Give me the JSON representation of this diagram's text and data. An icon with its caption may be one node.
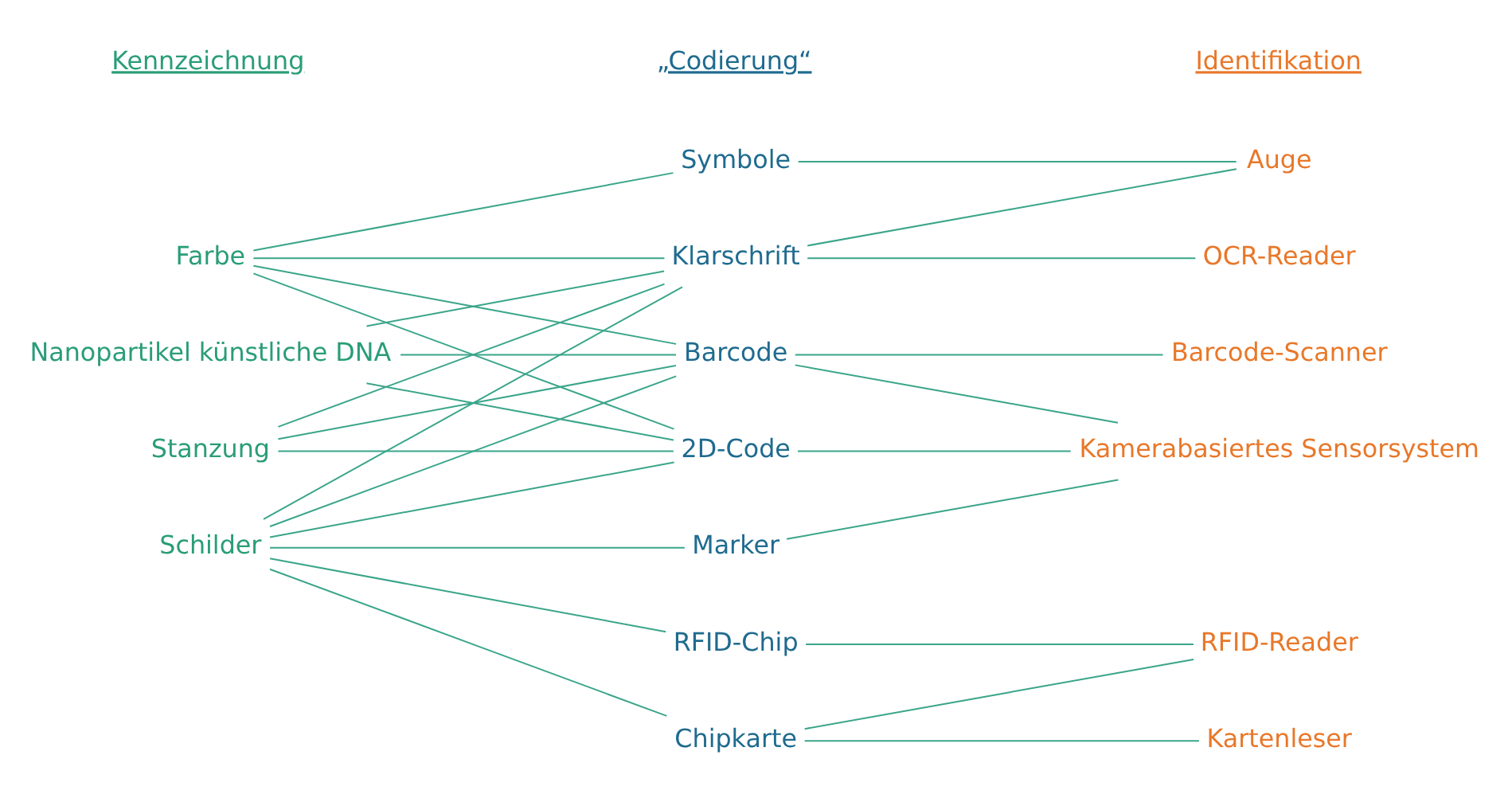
{
  "diagram": {
    "nodes": [
      {
        "text": [
          "Farbe"
        ]
      },
      {
        "text": [
          "Stanzung"
        ]
      },
      {
        "text": [
          "Schilder"
        ]
      },
      {
        "text": [
          "Nanopartikel künstliche DNA"
        ]
      },
      {
        "text": [
          "Symbole"
        ]
      },
      {
        "text": [
          "Chipkarte"
        ]
      },
      {
        "text": [
          "Barcode"
        ]
      },
      {
        "text": [
          "2D-Code"
        ]
      },
      {
        "text": [
          "RFID-Chip"
        ]
      },
      {
        "text": [
          "Klarschrift"
        ]
      },
      {
        "text": [
          "Marker"
        ]
      },
      {
        "text": [
          "OCR-Reader"
        ]
      },
      {
        "text": [
          "RFID-Reader"
        ]
      },
      {
        "text": [
          "Auge"
        ]
      },
      {
        "text": [
          "Kamerabasiertes Sensorsystem"
        ]
      },
      {
        "text": [
          "Barcode-Scanner"
        ]
      },
      {
        "text": [
          "Kartenleser"
        ]
      }
    ],
    "edges": [
      {
        "from": 0,
        "to": 4,
        "arrow": "none"
      },
      {
        "from": 0,
        "to": 6,
        "arrow": "none"
      },
      {
        "from": 0,
        "to": 7,
        "arrow": "none"
      },
      {
        "from": 0,
        "to": 9,
        "arrow": "none"
      },
      {
        "from": 1,
        "to": 6,
        "arrow": "none"
      },
      {
        "from": 1,
        "to": 7,
        "arrow": "none"
      },
      {
        "from": 1,
        "to": 9,
        "arrow": "none"
      },
      {
        "from": 2,
        "to": 5,
        "arrow": "none"
      },
      {
        "from": 2,
        "to": 6,
        "arrow": "none"
      },
      {
        "from": 2,
        "to": 7,
        "arrow": "none"
      },
      {
        "from": 2,
        "to": 8,
        "arrow": "none"
      },
      {
        "from": 2,
        "to": 9,
        "arrow": "none"
      },
      {
        "from": 2,
        "to": 10,
        "arrow": "none"
      },
      {
        "from": 3,
        "to": 6,
        "arrow": "none"
      },
      {
        "from": 3,
        "to": 7,
        "arrow": "none"
      },
      {
        "from": 3,
        "to": 9,
        "arrow": "none"
      },
      {
        "from": 4,
        "to": 13,
        "arrow": "none"
      },
      {
        "from": 5,
        "to": 12,
        "arrow": "none"
      },
      {
        "from": 5,
        "to": 16,
        "arrow": "none"
      },
      {
        "from": 6,
        "to": 14,
        "arrow": "none"
      },
      {
        "from": 6,
        "to": 15,
        "arrow": "none"
      },
      {
        "from": 7,
        "to": 14,
        "arrow": "none"
      },
      {
        "from": 8,
        "to": 12,
        "arrow": "none"
      },
      {
        "from": 9,
        "to": 11,
        "arrow": "none"
      },
      {
        "from": 9,
        "to": 13,
        "arrow": "none"
      },
      {
        "from": 10,
        "to": 14,
        "arrow": "none"
      }
    ],
    "labels": [
      "Kennzeichnung",
      "„Codierung“",
      "Identifikation"
    ]
  }
}
